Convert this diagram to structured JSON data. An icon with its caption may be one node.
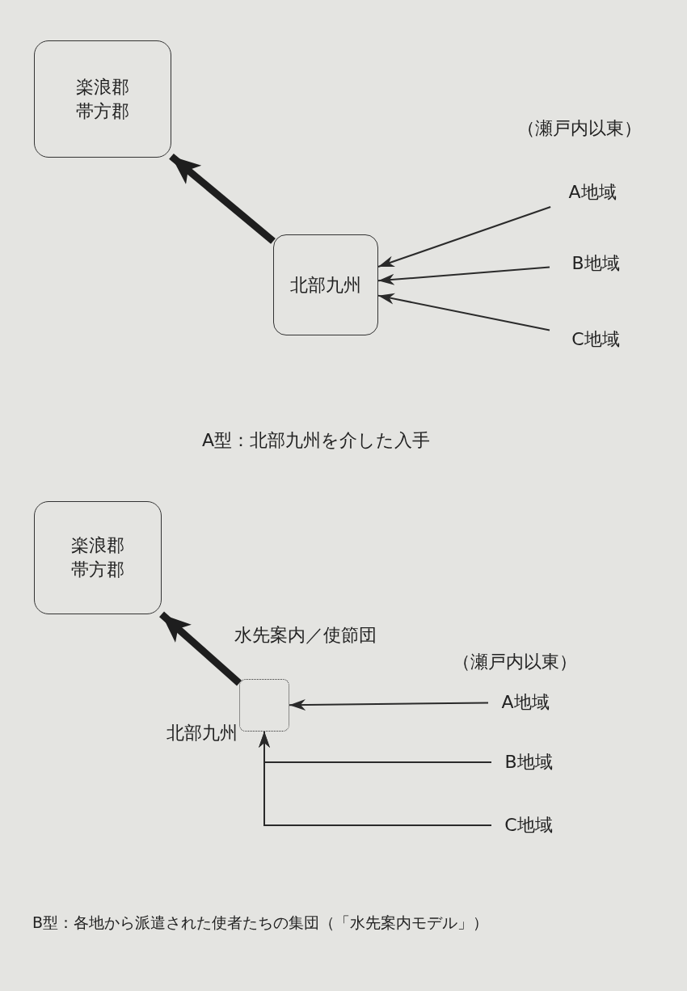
{
  "diagram": {
    "nodes": [
      {
        "text": [
          "楽浪郡帯方郡"
        ]
      },
      {
        "text": [
          "北部九州"
        ]
      },
      {
        "text": [
          "A地域"
        ]
      },
      {
        "text": [
          "B地域"
        ]
      },
      {
        "text": [
          "C地域"
        ]
      },
      {
        "text": [
          "楽浪郡帯方郡"
        ]
      },
      {
        "text": [],
        "shape": "box",
        "beside": [
          "北部九州"
        ]
      },
      {
        "text": [
          "A地域"
        ]
      },
      {
        "text": [
          "B地域"
        ]
      },
      {
        "text": [
          "C地域"
        ]
      }
    ],
    "edges": [
      {
        "from": 1,
        "to": 0,
        "arrow": "to",
        "style": "thick"
      },
      {
        "from": 2,
        "to": 1,
        "arrow": "to"
      },
      {
        "from": 3,
        "to": 1,
        "arrow": "to"
      },
      {
        "from": 4,
        "to": 1,
        "arrow": "to"
      },
      {
        "from": 6,
        "to": 5,
        "arrow": "to",
        "style": "thick",
        "label": "水先案内／使節団"
      },
      {
        "from": 7,
        "to": 6,
        "arrow": "to"
      },
      {
        "from": 8,
        "to": 6,
        "arrow": "to"
      },
      {
        "from": 9,
        "to": 6,
        "arrow": "to"
      }
    ],
    "labels": [
      "（瀬戸内以東）",
      "A型：北部九州を介した入手",
      "（瀬戸内以東）",
      "B型：各地から派遣された使者たちの集団（「水先案内モデル」）"
    ]
  }
}
